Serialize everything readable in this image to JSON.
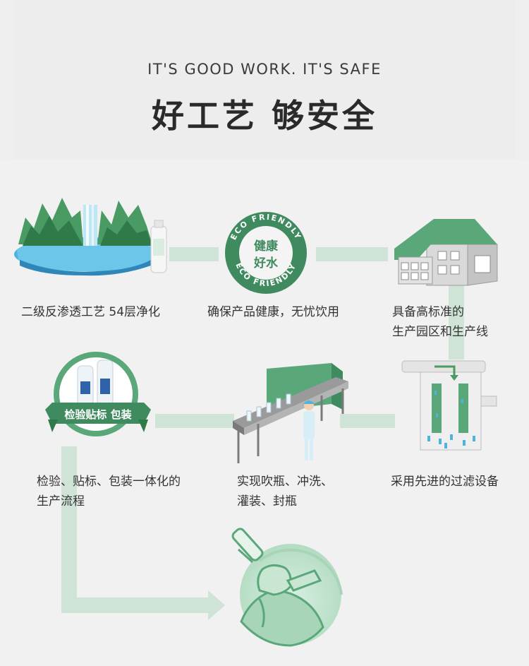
{
  "header": {
    "eyebrow": "IT'S GOOD WORK. IT'S SAFE",
    "headline": "好工艺  够安全"
  },
  "colors": {
    "accent": "#5aa77a",
    "accent_dark": "#3f8a5e",
    "connector": "#cfe3d6",
    "water": "#4fb3e0"
  },
  "steps": [
    {
      "caption": "二级反渗透工艺  54层净化",
      "icon": "waterfall-icon"
    },
    {
      "caption": "确保产品健康，无忧饮用",
      "icon": "eco-badge-icon",
      "badge_text_line1": "健康",
      "badge_text_line2": "好水",
      "ring_text": "ECO FRIENDLY"
    },
    {
      "caption": "具备高标准的\n生产园区和生产线",
      "icon": "factory-house-icon"
    },
    {
      "caption": "采用先进的过滤设备",
      "icon": "filter-equipment-icon"
    },
    {
      "caption": "实现吹瓶、冲洗、\n灌装、封瓶",
      "icon": "bottling-line-icon"
    },
    {
      "caption": "检验、贴标、包装一体化的\n生产流程",
      "icon": "inspection-badge-icon",
      "ribbon_text": "检验贴标 包装"
    },
    {
      "caption": "",
      "icon": "drinking-person-icon"
    }
  ]
}
